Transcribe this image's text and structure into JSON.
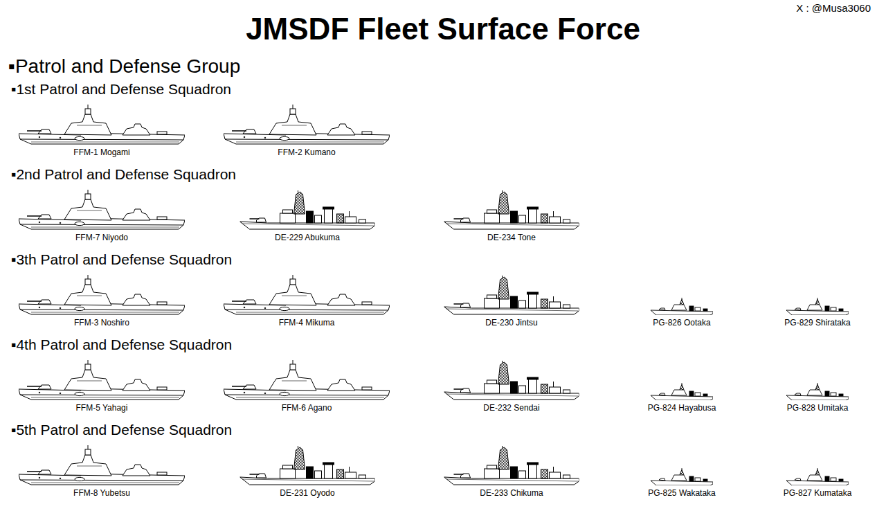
{
  "diagram": {
    "title": "JMSDF Fleet Surface Force",
    "labels": [
      "X : @Musa3060",
      "▪Patrol and Defense Group",
      "▪1st Patrol and Defense Squadron",
      "FFM-1 Mogami",
      "FFM-2 Kumano",
      "▪2nd Patrol and Defense Squadron",
      "FFM-7 Niyodo",
      "DE-229 Abukuma",
      "DE-234 Tone",
      "▪3th Patrol and Defense Squadron",
      "FFM-3 Noshiro",
      "FFM-4 Mikuma",
      "DE-230 Jintsu",
      "PG-826 Ootaka",
      "PG-829 Shirataka",
      "▪4th Patrol and Defense Squadron",
      "FFM-5 Yahagi",
      "FFM-6 Agano",
      "DE-232 Sendai",
      "PG-824 Hayabusa",
      "PG-828 Umitaka",
      "▪5th Patrol and Defense Squadron",
      "FFM-8 Yubetsu",
      "DE-231 Oyodo",
      "DE-233 Chikuma",
      "PG-825 Wakataka",
      "PG-827 Kumataka"
    ]
  }
}
